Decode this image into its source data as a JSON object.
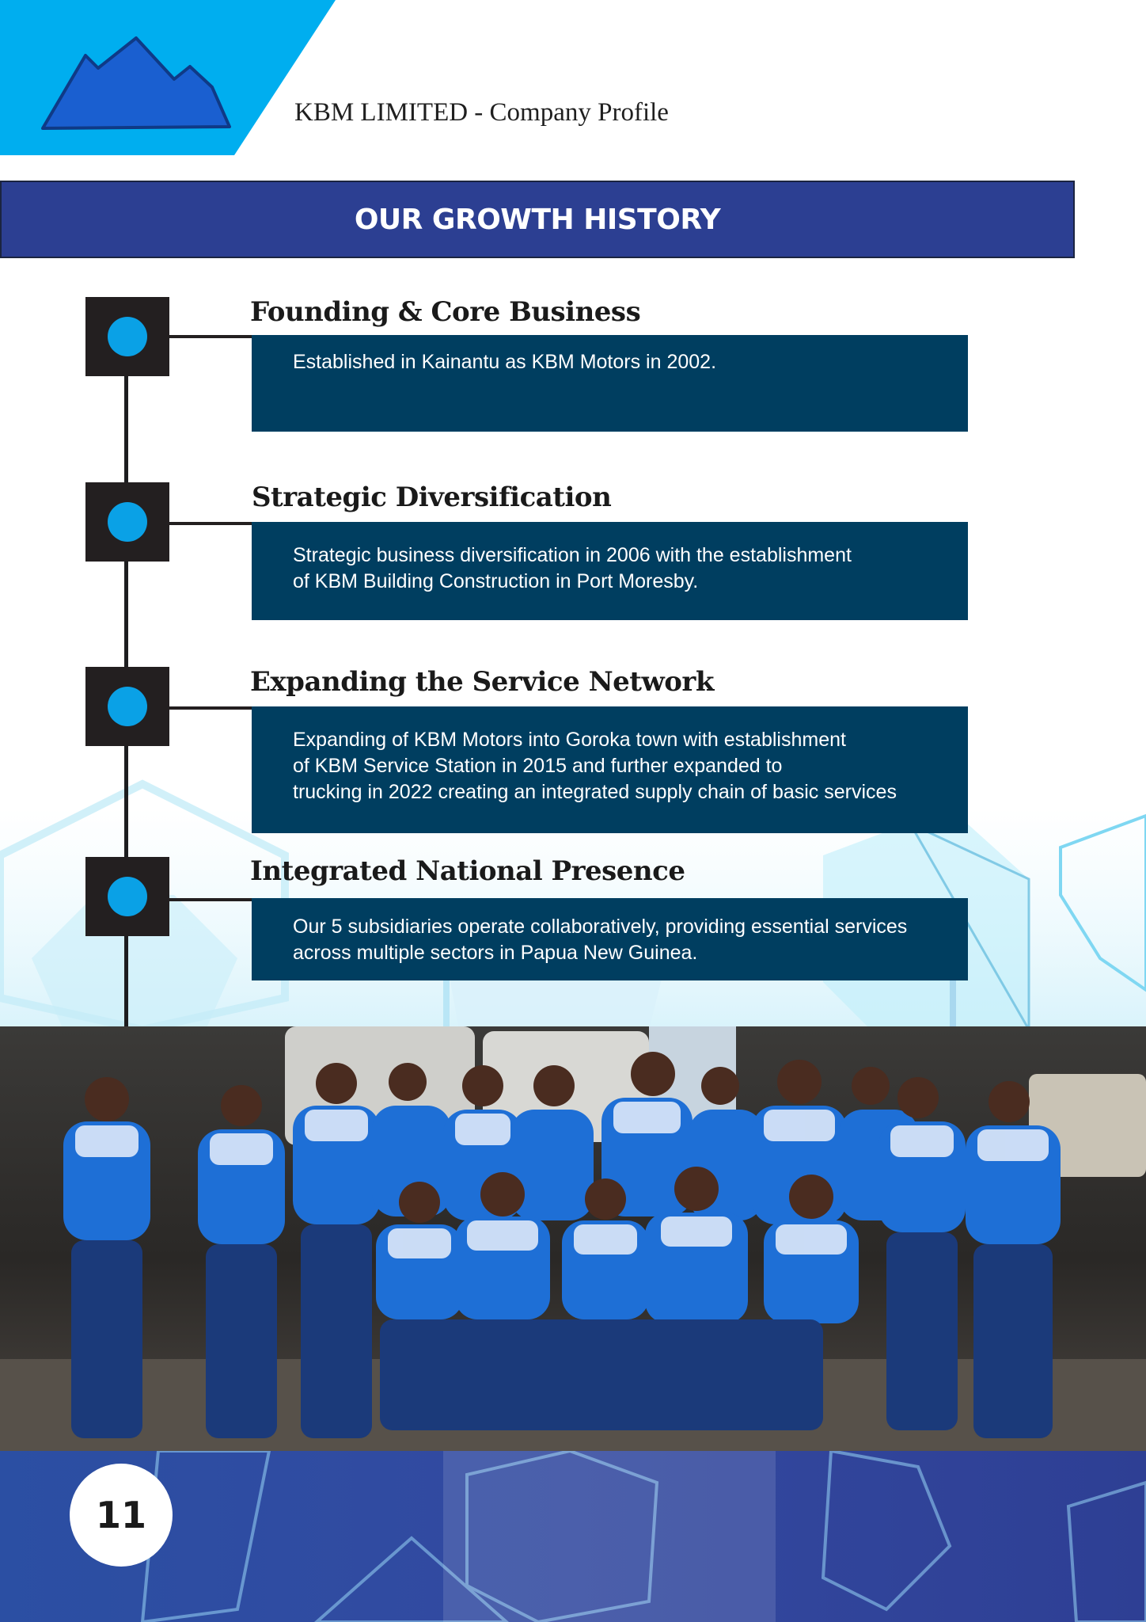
{
  "header": {
    "title": "KBM LIMITED - Company Profile",
    "logo_icon": "mountain-logo-icon",
    "band_color": "#00aeef"
  },
  "section": {
    "title": "OUR GROWTH HISTORY",
    "color": "#2c3f92"
  },
  "timeline": [
    {
      "heading": "Founding & Core Business",
      "text": "Established in Kainantu as KBM Motors in 2002."
    },
    {
      "heading": "Strategic Diversification",
      "text": "Strategic business diversification in 2006 with the establishment\nof KBM Building Construction in Port Moresby."
    },
    {
      "heading": "Expanding the Service Network",
      "text": "Expanding of KBM Motors into Goroka town with establishment\nof KBM Service Station in 2015 and further expanded to\ntrucking in 2022 creating an integrated supply chain of basic services"
    },
    {
      "heading": "Integrated National Presence",
      "text": "Our 5 subsidiaries operate collaboratively, providing essential services\nacross multiple sectors in Papua New Guinea."
    }
  ],
  "colors": {
    "box": "#003e60",
    "marker": "#231f20",
    "dot": "#0aa1e6",
    "footer": "#2e3f94"
  },
  "footer": {
    "page_number": "11"
  }
}
